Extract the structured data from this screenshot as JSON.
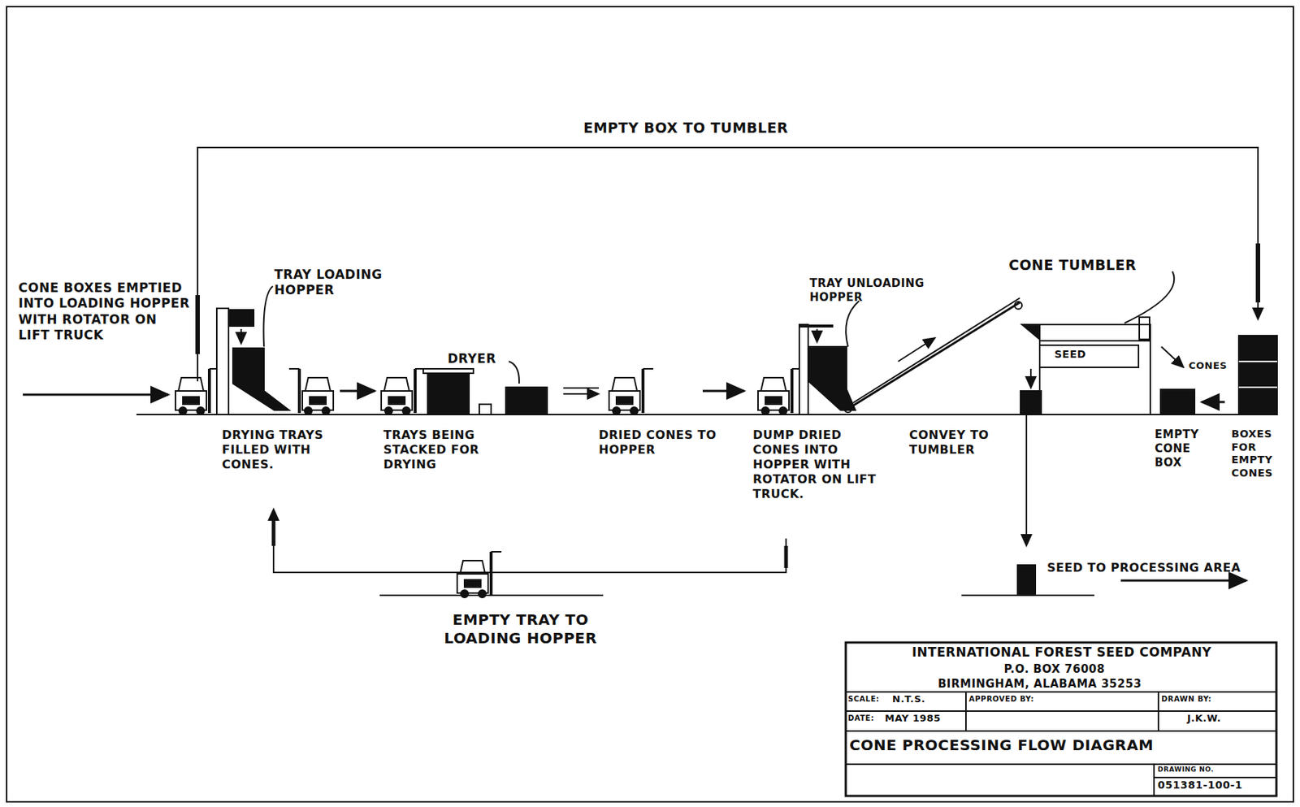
{
  "diagram": {
    "title": "CONE PROCESSING FLOW DIAGRAM",
    "labels": [
      "EMPTY BOX TO TUMBLER",
      "CONE BOXES EMPTIED INTO LOADING HOPPER WITH ROTATOR ON LIFT TRUCK",
      "TRAY LOADING HOPPER",
      "DRYER",
      "TRAY UNLOADING HOPPER",
      "CONE TUMBLER",
      "SEED",
      "CONES",
      "DRYING TRAYS FILLED WITH CONES.",
      "TRAYS BEING STACKED FOR DRYING",
      "DRIED CONES TO HOPPER",
      "DUMP DRIED CONES INTO HOPPER WITH ROTATOR ON LIFT TRUCK.",
      "CONVEY TO TUMBLER",
      "EMPTY CONE BOX",
      "BOXES FOR EMPTY CONES",
      "EMPTY TRAY TO LOADING HOPPER",
      "SEED TO PROCESSING AREA",
      "INTERNATIONAL FOREST SEED COMPANY",
      "P.O. BOX 76008",
      "BIRMINGHAM, ALABAMA 35253",
      "SCALE:",
      "N.T.S.",
      "APPROVED BY:",
      "DRAWN BY:",
      "DATE:",
      "MAY 1985",
      "J.K.W.",
      "DRAWING NO.",
      "051381-100-1"
    ]
  }
}
